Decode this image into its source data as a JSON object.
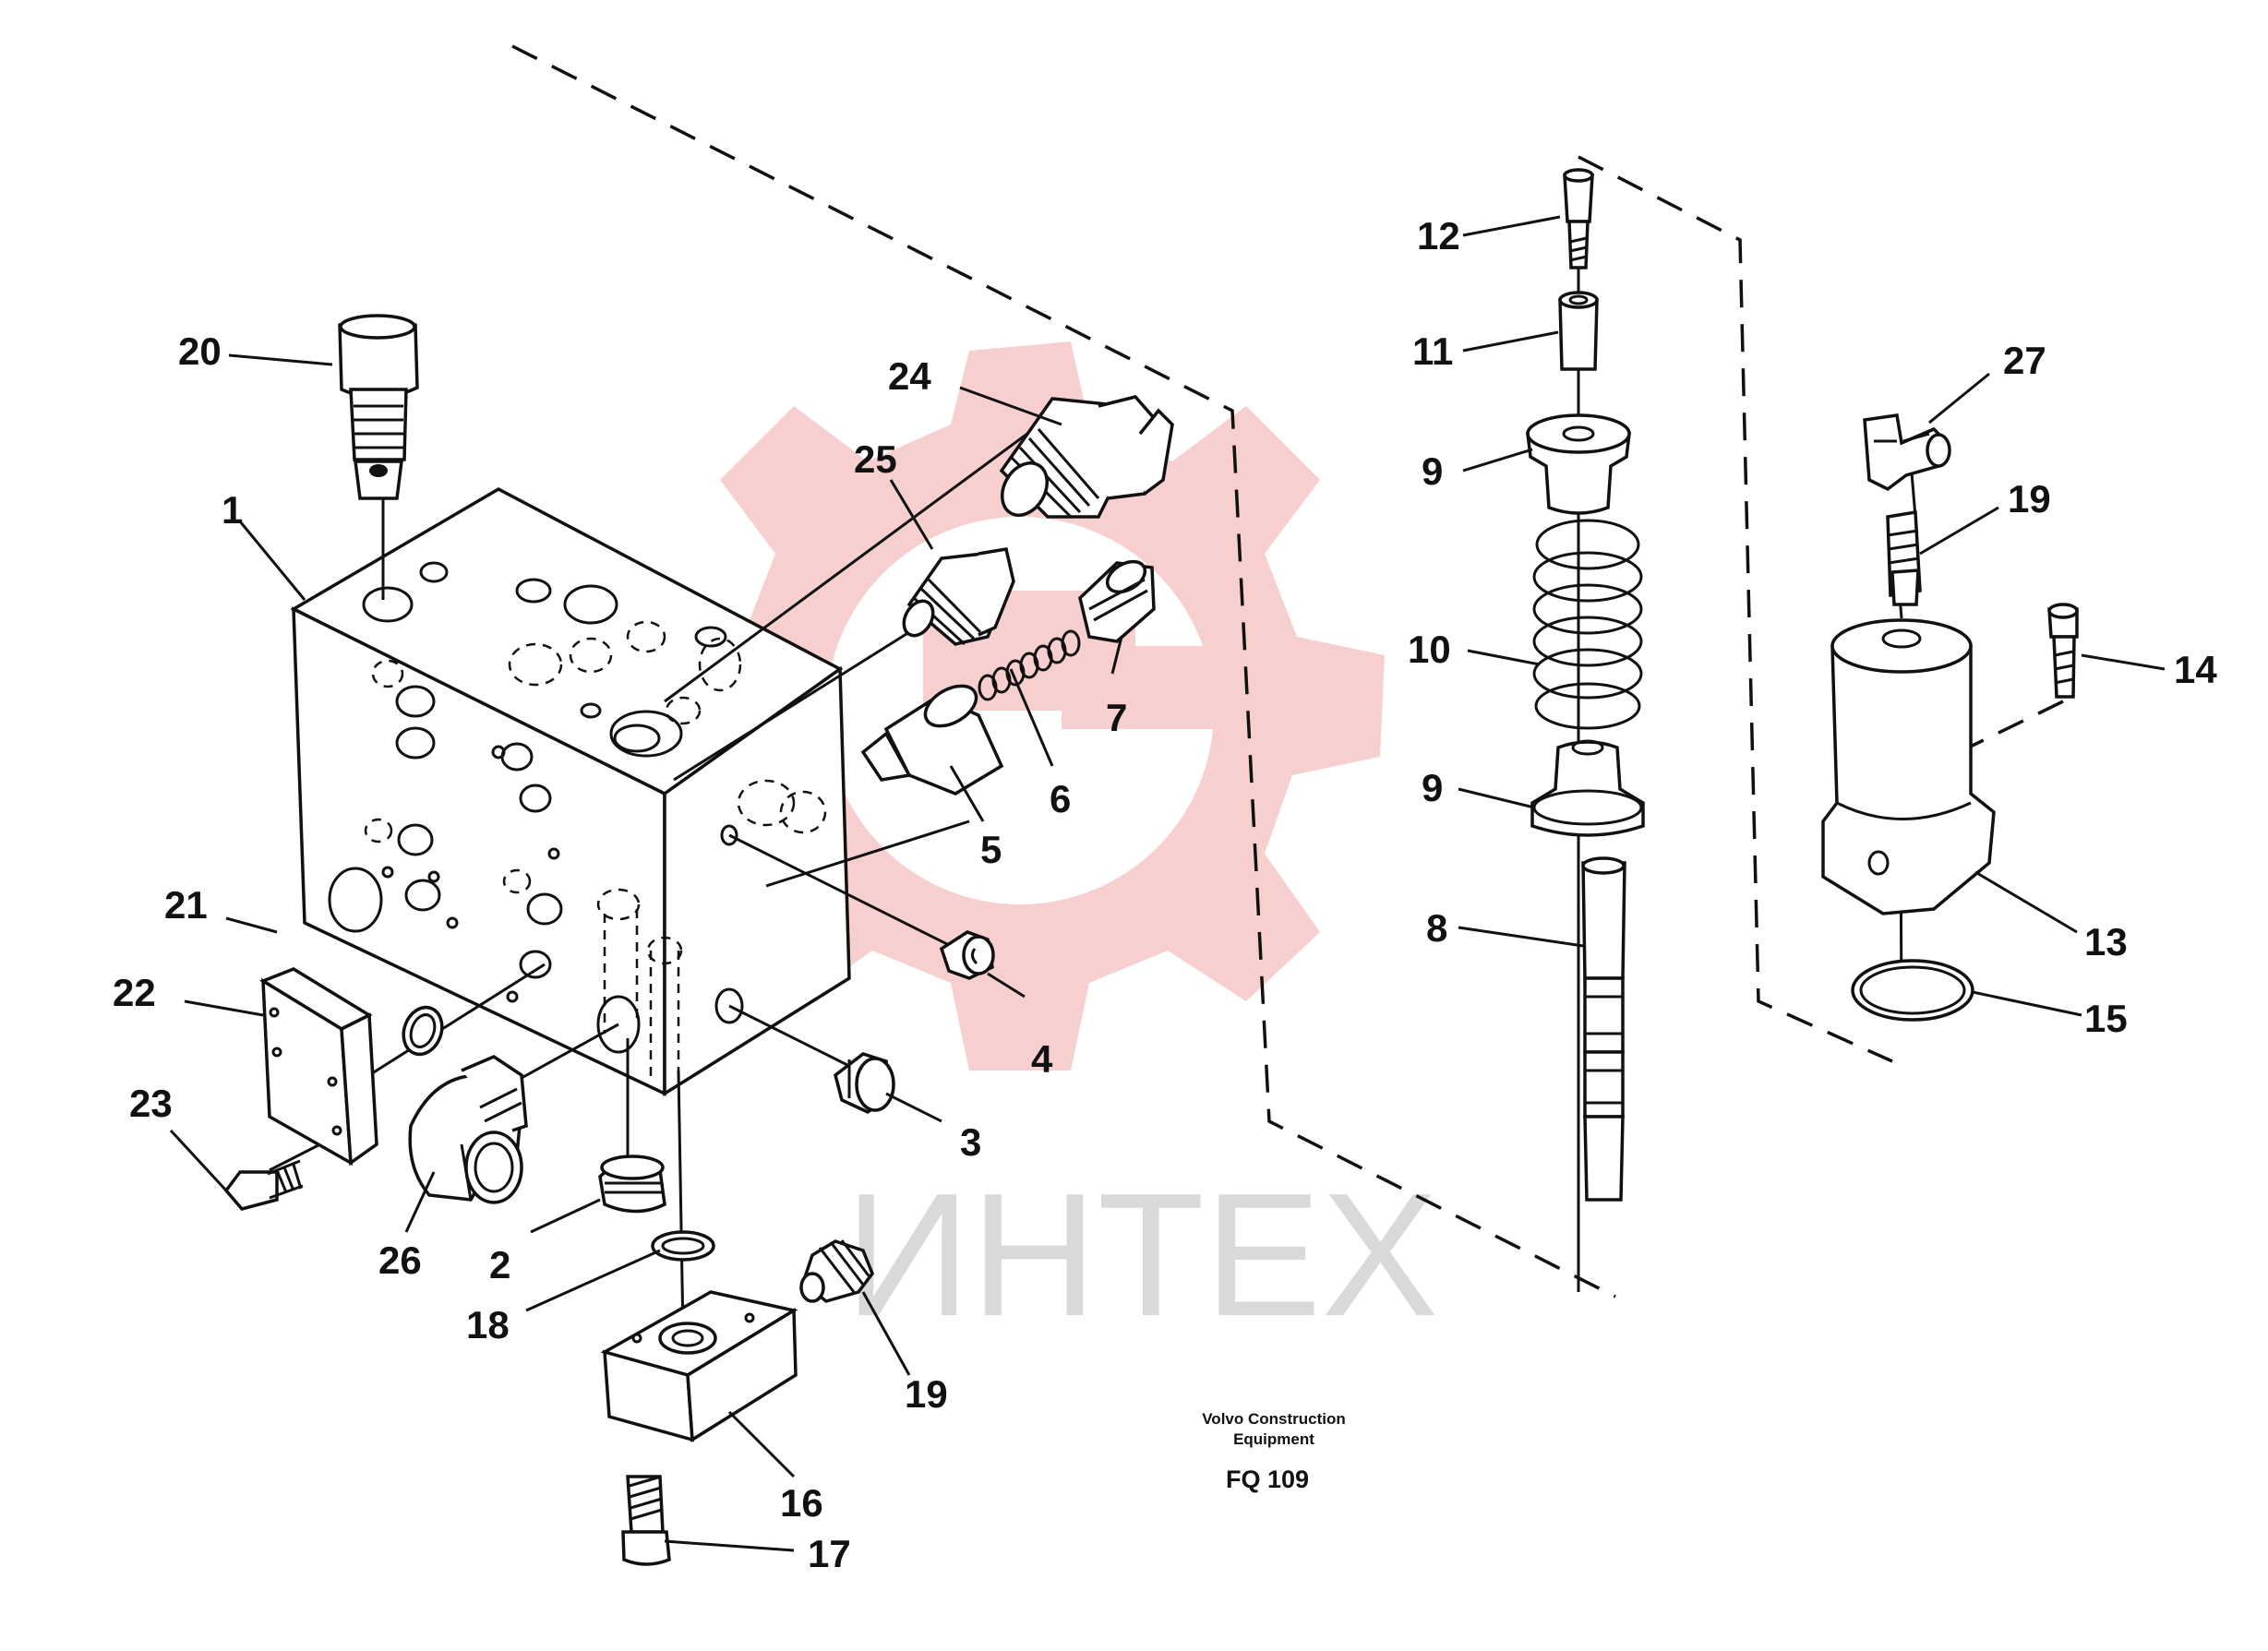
{
  "diagram": {
    "labels": [
      {
        "id": "20",
        "text": "20"
      },
      {
        "id": "1",
        "text": "1"
      },
      {
        "id": "24",
        "text": "24"
      },
      {
        "id": "25",
        "text": "25"
      },
      {
        "id": "7",
        "text": "7"
      },
      {
        "id": "6",
        "text": "6"
      },
      {
        "id": "5",
        "text": "5"
      },
      {
        "id": "4",
        "text": "4"
      },
      {
        "id": "3",
        "text": "3"
      },
      {
        "id": "21",
        "text": "21"
      },
      {
        "id": "22",
        "text": "22"
      },
      {
        "id": "23",
        "text": "23"
      },
      {
        "id": "26",
        "text": "26"
      },
      {
        "id": "2",
        "text": "2"
      },
      {
        "id": "18",
        "text": "18"
      },
      {
        "id": "19a",
        "text": "19"
      },
      {
        "id": "16",
        "text": "16"
      },
      {
        "id": "17",
        "text": "17"
      },
      {
        "id": "12",
        "text": "12"
      },
      {
        "id": "11",
        "text": "11"
      },
      {
        "id": "9a",
        "text": "9"
      },
      {
        "id": "10",
        "text": "10"
      },
      {
        "id": "9b",
        "text": "9"
      },
      {
        "id": "8",
        "text": "8"
      },
      {
        "id": "27",
        "text": "27"
      },
      {
        "id": "19b",
        "text": "19"
      },
      {
        "id": "14",
        "text": "14"
      },
      {
        "id": "13",
        "text": "13"
      },
      {
        "id": "15",
        "text": "15"
      }
    ],
    "footer": {
      "line1": "Volvo Construction",
      "line2": "Equipment",
      "code": "FQ 109"
    },
    "watermark": {
      "text": "ИНТЕХ",
      "gear_color": "#f7c7c7",
      "text_color": "#d9d9d9"
    }
  }
}
